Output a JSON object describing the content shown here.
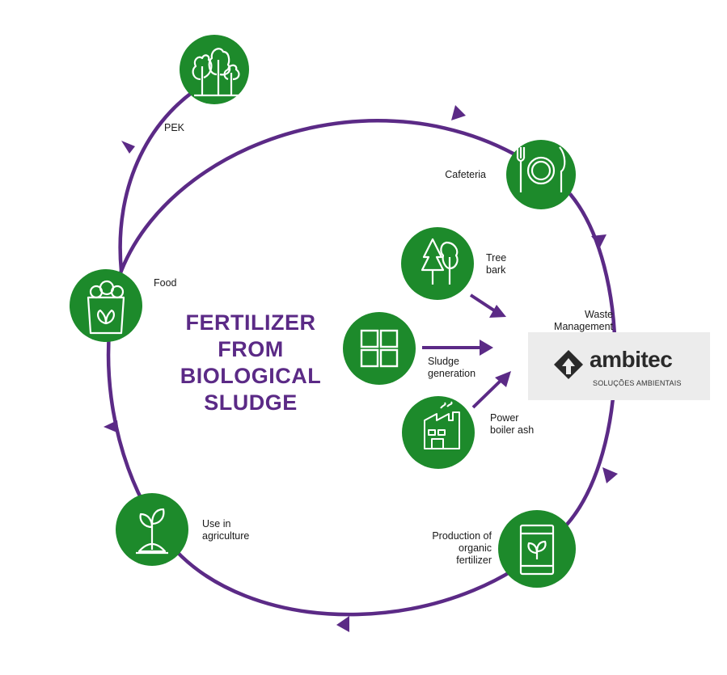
{
  "title": "FERTILIZER\nFROM\nBIOLOGICAL\nSLUDGE",
  "colors": {
    "green": "#1d8a2b",
    "purple": "#5b2a86",
    "icon_line": "#ffffff"
  },
  "nodes": {
    "pek": {
      "label": "PEK",
      "icon": "trees-icon"
    },
    "cafeteria": {
      "label": "Cafeteria",
      "icon": "plate-cutlery-icon"
    },
    "food": {
      "label": "Food",
      "icon": "food-bag-icon"
    },
    "use_in_agriculture": {
      "label": "Use in\nagriculture",
      "icon": "sprout-icon"
    },
    "production": {
      "label": "Production of\norganic\nfertilizer",
      "icon": "fertilizer-bag-icon"
    },
    "tree_bark": {
      "label": "Tree\nbark",
      "icon": "tree-icon"
    },
    "sludge_generation": {
      "label": "Sludge\ngeneration",
      "icon": "squares-icon"
    },
    "power_boiler_ash": {
      "label": "Power\nboiler ash",
      "icon": "factory-icon"
    }
  },
  "waste_management": {
    "label": "Waste\nManagement"
  },
  "ambitec": {
    "name": "ambitec",
    "subtitle": "SOLUÇÕES AMBIENTAIS"
  }
}
